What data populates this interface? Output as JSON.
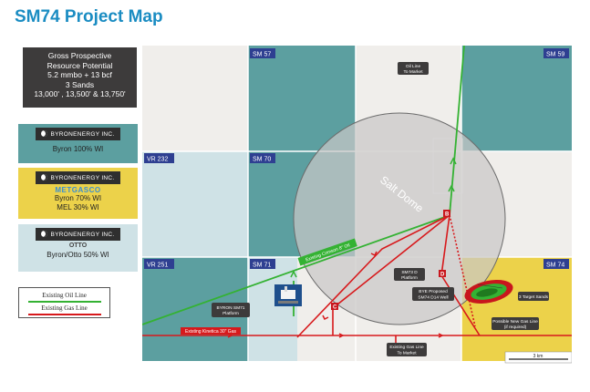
{
  "page_title": "SM74 Project Map",
  "resource_box": {
    "lines": [
      "Gross Prospective",
      "Resource Potential",
      "5.2 mmbo + 13 bcf",
      "3 Sands",
      "13,000' , 13,500' & 13,750'"
    ]
  },
  "ownership_panels": [
    {
      "logo": "BYRONENERGY INC.",
      "lines": [
        "Byron 100% WI"
      ],
      "color": "#5c9fa0"
    },
    {
      "logo": "BYRONENERGY INC.",
      "partner_logo": "METGASCO",
      "lines": [
        "Byron 70% WI",
        "MEL 30% WI"
      ],
      "color": "#ecd24a"
    },
    {
      "logo": "BYRONENERGY INC.",
      "partner_logo": "OTTO",
      "lines": [
        "Byron/Otto 50% WI"
      ],
      "color": "#cfe2e6"
    }
  ],
  "legend": {
    "oil_line": "Existing Oil Line",
    "gas_line": "Existing Gas Line",
    "oil_color": "#34b233",
    "gas_color": "#d7191c"
  },
  "blocks": {
    "sm57": "SM 57",
    "sm59": "SM 59",
    "vr232": "VR 232",
    "sm70": "SM 70",
    "vr251": "VR 251",
    "sm71": "SM 71",
    "sm74": "SM 74"
  },
  "map_labels": {
    "salt_dome": "Salt Dome",
    "oil_line_to_market": [
      "Oil Line",
      "To Market"
    ],
    "existing_crimson_oil": "Existing Crimson 8\" Oil",
    "sm73_platform": [
      "SM73 D",
      "Platform"
    ],
    "byron_sm71_platform": [
      "BYRON SM71",
      "Platform"
    ],
    "kinetica_gas": "Existing Kinetica 30\" Gas",
    "bye_proposed_well": [
      "BYE Proposed",
      "SM74 D14 Well"
    ],
    "target_sands": "3 Target Sands",
    "new_gas_line": [
      "Possible New Gas Line",
      "(if required)"
    ],
    "gas_line_to_market": [
      "Existing Gas Line",
      "To Market"
    ],
    "marker_b": "B",
    "marker_c": "C",
    "marker_d": "D",
    "scale": "3 km"
  },
  "colors": {
    "teal": "#5c9fa0",
    "light_blue": "#cfe2e6",
    "yellow": "#ecd24a",
    "light_gray": "#f0eeeb"
  }
}
